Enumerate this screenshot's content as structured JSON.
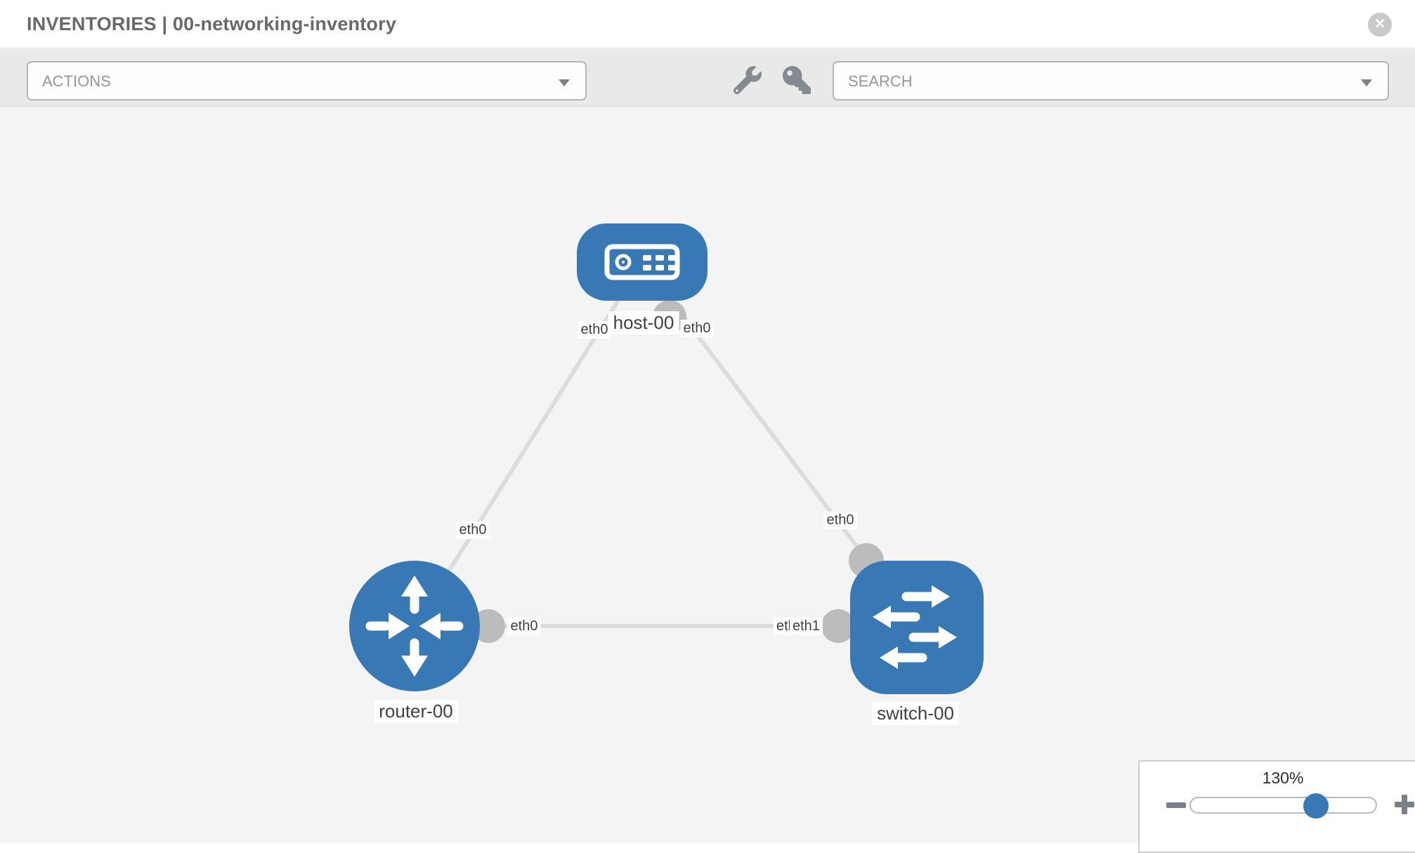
{
  "header": {
    "title": "INVENTORIES | 00-networking-inventory",
    "close_glyph": "✕"
  },
  "toolbar": {
    "actions_label": "ACTIONS",
    "search_placeholder": "SEARCH",
    "icons": [
      "wrench-icon",
      "key-icon"
    ]
  },
  "topology": {
    "nodes": [
      {
        "id": "host-00",
        "type": "host",
        "label": "host-00"
      },
      {
        "id": "router-00",
        "type": "router",
        "label": "router-00"
      },
      {
        "id": "switch-00",
        "type": "switch",
        "label": "switch-00"
      }
    ],
    "links": [
      {
        "from": "host-00",
        "to": "router-00",
        "from_interface": "eth0",
        "to_interface": "eth0"
      },
      {
        "from": "host-00",
        "to": "switch-00",
        "from_interface": "eth0",
        "to_interface": "eth0"
      },
      {
        "from": "router-00",
        "to": "switch-00",
        "from_interface": "eth0",
        "to_interface": "eth1"
      }
    ],
    "labels": {
      "host": "host-00",
      "router": "router-00",
      "switch": "switch-00",
      "host_left_if": "eth0",
      "host_right_if": "eth0",
      "router_link_if": "eth0",
      "switch_link_if": "eth0",
      "router_mid_if": "eth0",
      "switch_mid_if_under": "eth1",
      "switch_mid_if_over": "eth1"
    }
  },
  "zoom_control": {
    "value": "130%"
  },
  "colors": {
    "node_blue": "#3778b5",
    "link_gray": "#dcdcdc",
    "endpoint_dot_gray": "#bcbcbc",
    "toolbar_bg": "#e9e9ea",
    "canvas_bg": "#f4f4f5",
    "header_text": "#696969",
    "control_text": "#979797",
    "icon_gray": "#848a91"
  }
}
